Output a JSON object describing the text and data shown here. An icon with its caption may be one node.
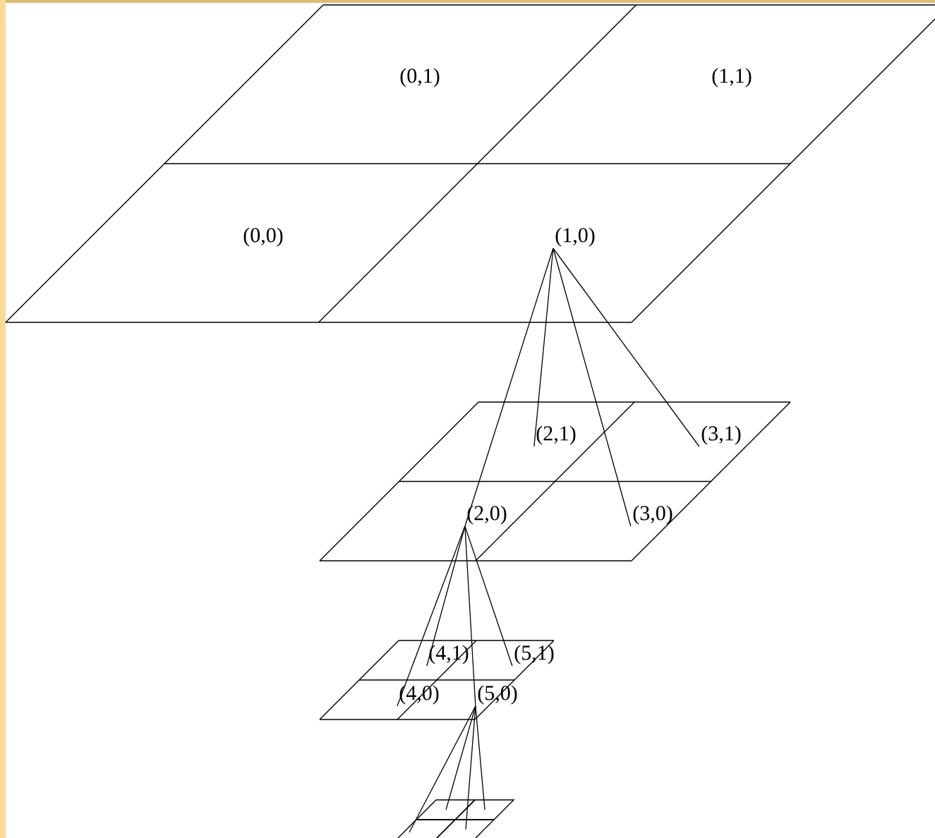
{
  "diagram": {
    "nodes": [
      {
        "text": [
          "(0,1)"
        ]
      },
      {
        "text": [
          "(1,1)"
        ]
      },
      {
        "text": [
          "(0,0)"
        ]
      },
      {
        "text": [
          "(1,0)"
        ]
      },
      {
        "text": [
          "(2,1)"
        ]
      },
      {
        "text": [
          "(3,1)"
        ]
      },
      {
        "text": [
          "(2,0)"
        ]
      },
      {
        "text": [
          "(3,0)"
        ]
      },
      {
        "text": [
          "(4,1)"
        ]
      },
      {
        "text": [
          "(5,1)"
        ]
      },
      {
        "text": [
          "(4,0)"
        ]
      },
      {
        "text": [
          "(5,0)"
        ]
      },
      {
        "text": [],
        "shape": "parallelogram"
      },
      {
        "text": [],
        "shape": "parallelogram"
      },
      {
        "text": [],
        "shape": "parallelogram"
      },
      {
        "text": [],
        "shape": "parallelogram"
      }
    ],
    "edges": [
      {
        "from": 3,
        "to": 4,
        "arrow": "none"
      },
      {
        "from": 3,
        "to": 5,
        "arrow": "none"
      },
      {
        "from": 3,
        "to": 6,
        "arrow": "none"
      },
      {
        "from": 3,
        "to": 7,
        "arrow": "none"
      },
      {
        "from": 6,
        "to": 8,
        "arrow": "none"
      },
      {
        "from": 6,
        "to": 9,
        "arrow": "none"
      },
      {
        "from": 6,
        "to": 10,
        "arrow": "none"
      },
      {
        "from": 6,
        "to": 11,
        "arrow": "none"
      },
      {
        "from": 11,
        "to": 12,
        "arrow": "none"
      },
      {
        "from": 11,
        "to": 13,
        "arrow": "none"
      },
      {
        "from": 11,
        "to": 14,
        "arrow": "none"
      },
      {
        "from": 11,
        "to": 15,
        "arrow": "none"
      }
    ]
  }
}
